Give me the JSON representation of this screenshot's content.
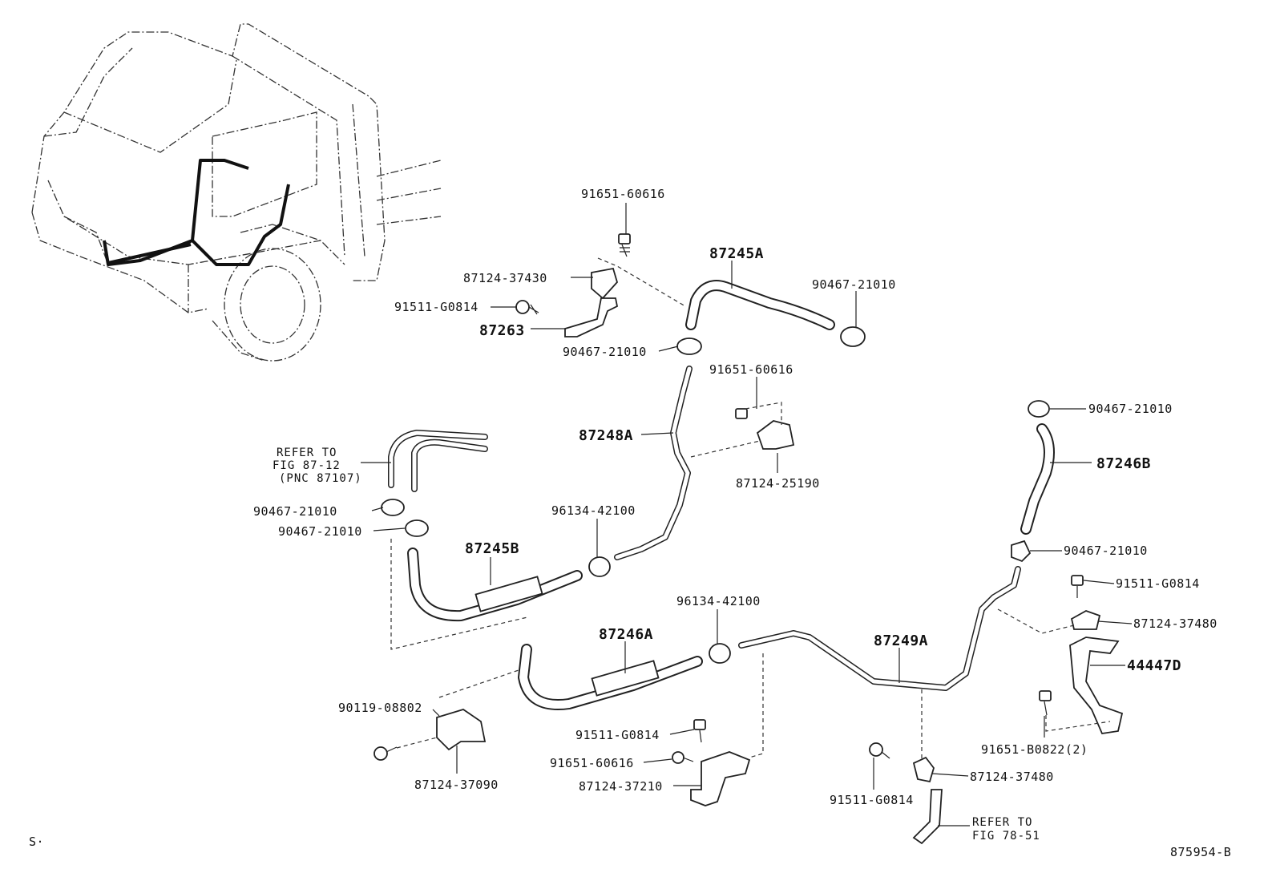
{
  "labels": {
    "p91651_60616_top": "91651-60616",
    "p87245A": "87245A",
    "p87124_37430": "87124-37430",
    "p90467_21010_r1": "90467-21010",
    "p91511_G0814_a": "91511-G0814",
    "p87263": "87263",
    "p90467_21010_c": "90467-21010",
    "p91651_60616_mid": "91651-60616",
    "p90467_21010_r2": "90467-21010",
    "p87248A": "87248A",
    "p87246B": "87246B",
    "refer1_line1": "REFER TO",
    "refer1_line2": "FIG 87-12",
    "refer1_line3": "(PNC 87107)",
    "p87124_25190": "87124-25190",
    "p90467_21010_l1": "90467-21010",
    "p96134_42100_a": "96134-42100",
    "p90467_21010_l2": "90467-21010",
    "p87245B": "87245B",
    "p90467_21010_r3": "90467-21010",
    "p91511_G0814_r": "91511-G0814",
    "p96134_42100_b": "96134-42100",
    "p87124_37480_r": "87124-37480",
    "p87246A": "87246A",
    "p87249A": "87249A",
    "p44447D": "44447D",
    "p90119_08802": "90119-08802",
    "p91511_G0814_b": "91511-G0814",
    "p91651_B0822": "91651-B0822(2)",
    "p91651_60616_low": "91651-60616",
    "p87124_37480_b": "87124-37480",
    "p87124_37210": "87124-37210",
    "p87124_37090": "87124-37090",
    "p91511_G0814_c": "91511-G0814",
    "refer2_line1": "REFER TO",
    "refer2_line2": "FIG 78-51",
    "corner_mark": "S·",
    "diagram_id": "875954-B"
  }
}
